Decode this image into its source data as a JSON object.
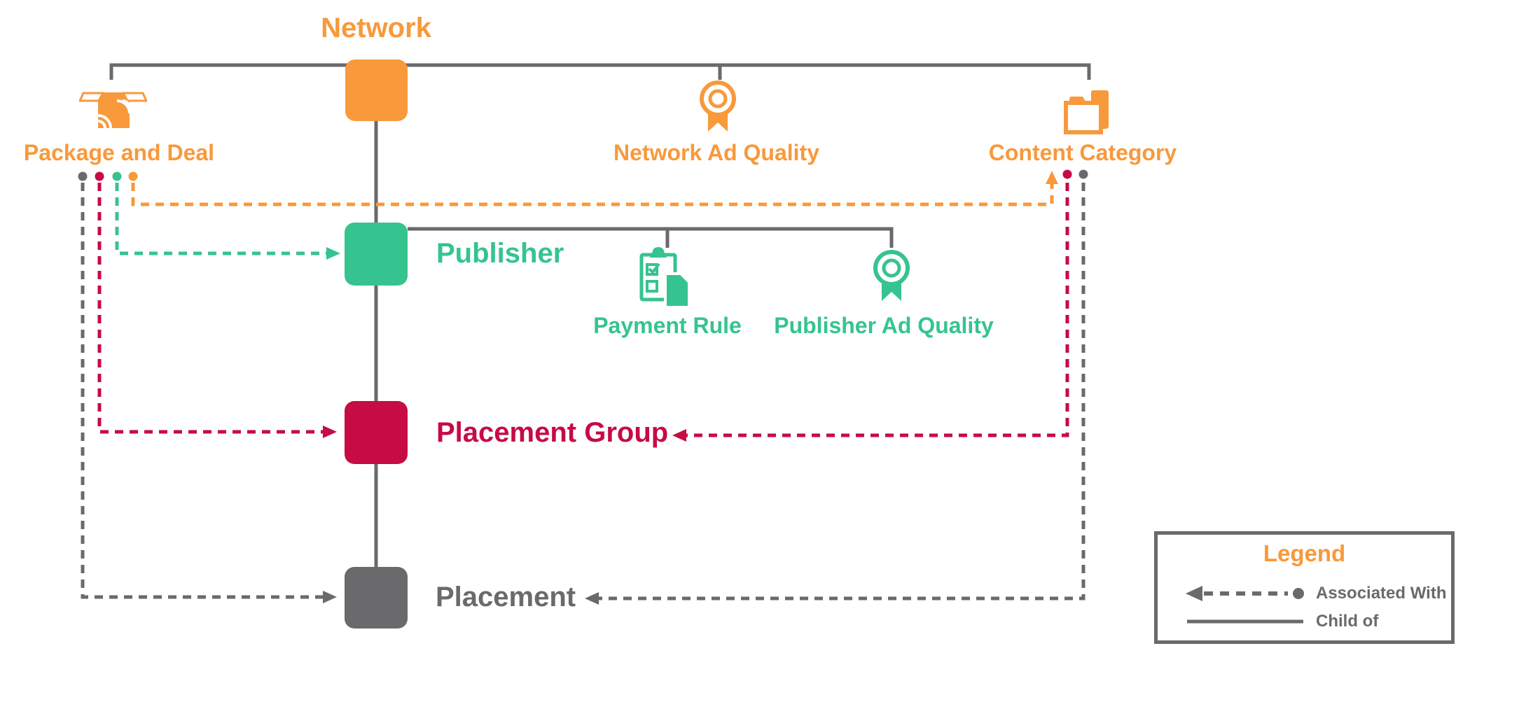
{
  "diagram": {
    "nodes": {
      "network": {
        "label": "Network",
        "color": "#F8993B",
        "kind": "hierarchy-node"
      },
      "publisher": {
        "label": "Publisher",
        "color": "#35C48F",
        "kind": "hierarchy-node"
      },
      "placement_group": {
        "label": "Placement Group",
        "color": "#C60B45",
        "kind": "hierarchy-node"
      },
      "placement": {
        "label": "Placement",
        "color": "#6A6A6D",
        "kind": "hierarchy-node"
      },
      "package_and_deal": {
        "label": "Package and Deal",
        "color": "#F8993B",
        "icon": "package-icon"
      },
      "network_ad_quality": {
        "label": "Network Ad Quality",
        "color": "#F8993B",
        "icon": "award-ribbon-icon"
      },
      "content_category": {
        "label": "Content Category",
        "color": "#F8993B",
        "icon": "folder-icon"
      },
      "payment_rule": {
        "label": "Payment Rule",
        "color": "#35C48F",
        "icon": "checklist-clipboard-icon"
      },
      "publisher_ad_quality": {
        "label": "Publisher Ad Quality",
        "color": "#35C48F",
        "icon": "award-ribbon-icon"
      }
    },
    "edges": {
      "child_of": [
        {
          "child": "Package and Deal",
          "parent": "Network"
        },
        {
          "child": "Network Ad Quality",
          "parent": "Network"
        },
        {
          "child": "Content Category",
          "parent": "Network"
        },
        {
          "child": "Publisher",
          "parent": "Network"
        },
        {
          "child": "Payment Rule",
          "parent": "Publisher"
        },
        {
          "child": "Publisher Ad Quality",
          "parent": "Publisher"
        },
        {
          "child": "Placement Group",
          "parent": "Publisher"
        },
        {
          "child": "Placement",
          "parent": "Placement Group"
        }
      ],
      "associated_with": [
        {
          "from": "Package and Deal",
          "to": "Content Category",
          "color": "#F8993B"
        },
        {
          "from": "Package and Deal",
          "to": "Publisher",
          "color": "#35C48F"
        },
        {
          "from": "Package and Deal",
          "to": "Placement Group",
          "color": "#C60B45"
        },
        {
          "from": "Package and Deal",
          "to": "Placement",
          "color": "#6A6A6D"
        },
        {
          "from": "Content Category",
          "to": "Placement Group",
          "color": "#C60B45"
        },
        {
          "from": "Content Category",
          "to": "Placement",
          "color": "#6A6A6D"
        }
      ]
    },
    "legend": {
      "title": "Legend",
      "items": [
        {
          "label": "Associated With",
          "line_style": "dashed-arrow"
        },
        {
          "label": "Child of",
          "line_style": "solid"
        }
      ]
    },
    "colors": {
      "orange": "#F8993B",
      "green": "#35C48F",
      "crimson": "#C60B45",
      "gray": "#6A6A6D",
      "background": "#FFFFFF"
    }
  }
}
